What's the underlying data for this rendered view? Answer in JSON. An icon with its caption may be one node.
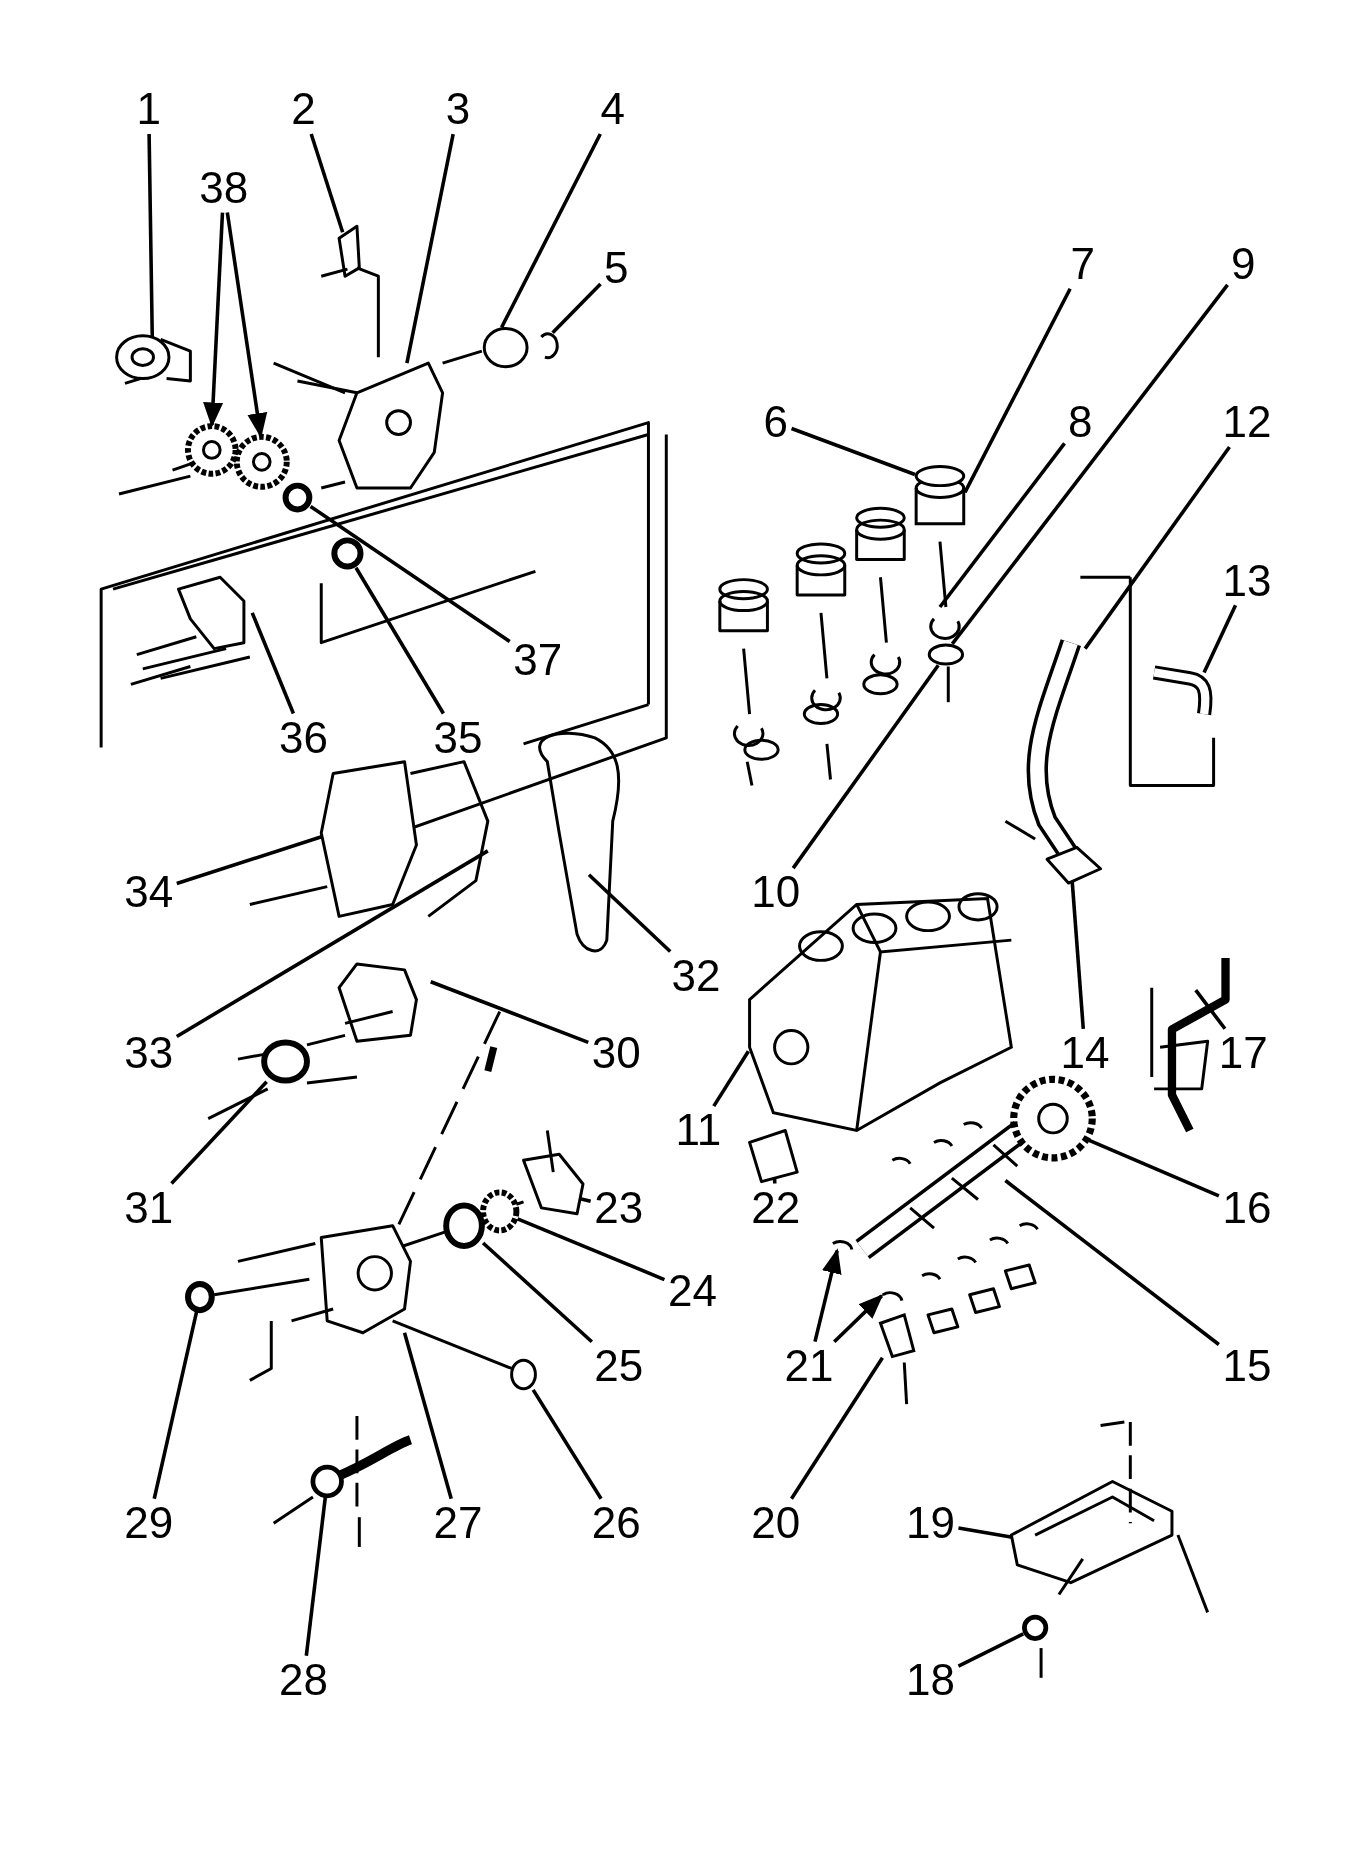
{
  "diagram": {
    "nodes": [
      {
        "text": [
          "1"
        ]
      },
      {
        "text": [
          "2"
        ]
      },
      {
        "text": [
          "3"
        ]
      },
      {
        "text": [
          "4"
        ]
      },
      {
        "text": [
          "38"
        ]
      },
      {
        "text": [
          "5"
        ]
      },
      {
        "text": [
          "7"
        ]
      },
      {
        "text": [
          "9"
        ]
      },
      {
        "text": [
          "6"
        ]
      },
      {
        "text": [
          "8"
        ]
      },
      {
        "text": [
          "12"
        ]
      },
      {
        "text": [
          "13"
        ]
      },
      {
        "text": [
          "36"
        ]
      },
      {
        "text": [
          "35"
        ]
      },
      {
        "text": [
          "37"
        ]
      },
      {
        "text": [
          "34"
        ]
      },
      {
        "text": [
          "10"
        ]
      },
      {
        "text": [
          "32"
        ]
      },
      {
        "text": [
          "33"
        ]
      },
      {
        "text": [
          "14"
        ]
      },
      {
        "text": [
          "17"
        ]
      },
      {
        "text": [
          "30"
        ]
      },
      {
        "text": [
          "11"
        ]
      },
      {
        "text": [
          "22"
        ]
      },
      {
        "text": [
          "16"
        ]
      },
      {
        "text": [
          "31"
        ]
      },
      {
        "text": [
          "23"
        ]
      },
      {
        "text": [
          "24"
        ]
      },
      {
        "text": [
          "25"
        ]
      },
      {
        "text": [
          "21"
        ]
      },
      {
        "text": [
          "15"
        ]
      },
      {
        "text": [
          "29"
        ]
      },
      {
        "text": [
          "27"
        ]
      },
      {
        "text": [
          "26"
        ]
      },
      {
        "text": [
          "20"
        ]
      },
      {
        "text": [
          "19"
        ]
      },
      {
        "text": [
          "28"
        ]
      },
      {
        "text": [
          "18"
        ]
      },
      {
        "text": [],
        "shape": "circle"
      },
      {
        "text": [],
        "shape": "picture"
      },
      {
        "text": [],
        "shape": "picture"
      },
      {
        "text": [],
        "shape": "circle"
      },
      {
        "text": [],
        "shape": "circle"
      },
      {
        "text": [],
        "shape": "circle"
      },
      {
        "text": [],
        "shape": "picture"
      },
      {
        "text": [],
        "shape": "circle"
      },
      {
        "text": [],
        "shape": "circle"
      },
      {
        "text": [],
        "shape": "circle"
      },
      {
        "text": [],
        "shape": "picture"
      },
      {
        "text": [],
        "shape": "picture"
      },
      {
        "text": [],
        "shape": "circle"
      },
      {
        "text": [],
        "shape": "circle"
      },
      {
        "text": [],
        "shape": "picture"
      },
      {
        "text": [],
        "shape": "picture"
      },
      {
        "text": [],
        "shape": "circle"
      },
      {
        "text": [],
        "shape": "circle"
      },
      {
        "text": [],
        "shape": "circle"
      }
    ],
    "edges": [
      {
        "from": 0,
        "to": null,
        "arrow": "none"
      },
      {
        "from": 1,
        "to": null,
        "arrow": "none"
      },
      {
        "from": 2,
        "to": null,
        "arrow": "none"
      },
      {
        "from": 3,
        "to": 38,
        "arrow": "none"
      },
      {
        "from": 4,
        "to": 55,
        "arrow": "to"
      },
      {
        "from": 4,
        "to": 56,
        "arrow": "to"
      },
      {
        "from": 5,
        "to": 39,
        "arrow": "none"
      },
      {
        "from": 6,
        "to": 40,
        "arrow": "none"
      },
      {
        "from": 7,
        "to": 43,
        "arrow": "none"
      },
      {
        "from": 8,
        "to": 40,
        "arrow": "none"
      },
      {
        "from": 9,
        "to": null,
        "arrow": "none"
      },
      {
        "from": 10,
        "to": null,
        "arrow": "none"
      },
      {
        "from": 11,
        "to": null,
        "arrow": "none"
      },
      {
        "from": 12,
        "to": null,
        "arrow": "none"
      },
      {
        "from": 13,
        "to": 41,
        "arrow": "none"
      },
      {
        "from": 14,
        "to": 42,
        "arrow": "none"
      },
      {
        "from": 15,
        "to": null,
        "arrow": "none"
      },
      {
        "from": 16,
        "to": 43,
        "arrow": "none"
      },
      {
        "from": 17,
        "to": null,
        "arrow": "none"
      },
      {
        "from": 18,
        "to": null,
        "arrow": "none"
      },
      {
        "from": 19,
        "to": null,
        "arrow": "none"
      },
      {
        "from": 20,
        "to": null,
        "arrow": "none"
      },
      {
        "from": 21,
        "to": null,
        "arrow": "none"
      },
      {
        "from": 22,
        "to": 44,
        "arrow": "none"
      },
      {
        "from": 23,
        "to": null,
        "arrow": "none"
      },
      {
        "from": 24,
        "to": null,
        "arrow": "none"
      },
      {
        "from": 25,
        "to": 45,
        "arrow": "none"
      },
      {
        "from": 26,
        "to": null,
        "arrow": "none"
      },
      {
        "from": 27,
        "to": 46,
        "arrow": "none"
      },
      {
        "from": 28,
        "to": 47,
        "arrow": "none"
      },
      {
        "from": 29,
        "to": 48,
        "arrow": "to"
      },
      {
        "from": 29,
        "to": 49,
        "arrow": "to"
      },
      {
        "from": 30,
        "to": null,
        "arrow": "none"
      },
      {
        "from": 31,
        "to": 50,
        "arrow": "none"
      },
      {
        "from": 32,
        "to": null,
        "arrow": "none"
      },
      {
        "from": 33,
        "to": 51,
        "arrow": "none"
      },
      {
        "from": 34,
        "to": 52,
        "arrow": "none"
      },
      {
        "from": 35,
        "to": null,
        "arrow": "none"
      },
      {
        "from": 36,
        "to": 53,
        "arrow": "none"
      },
      {
        "from": 37,
        "to": 54,
        "arrow": "none"
      }
    ]
  }
}
